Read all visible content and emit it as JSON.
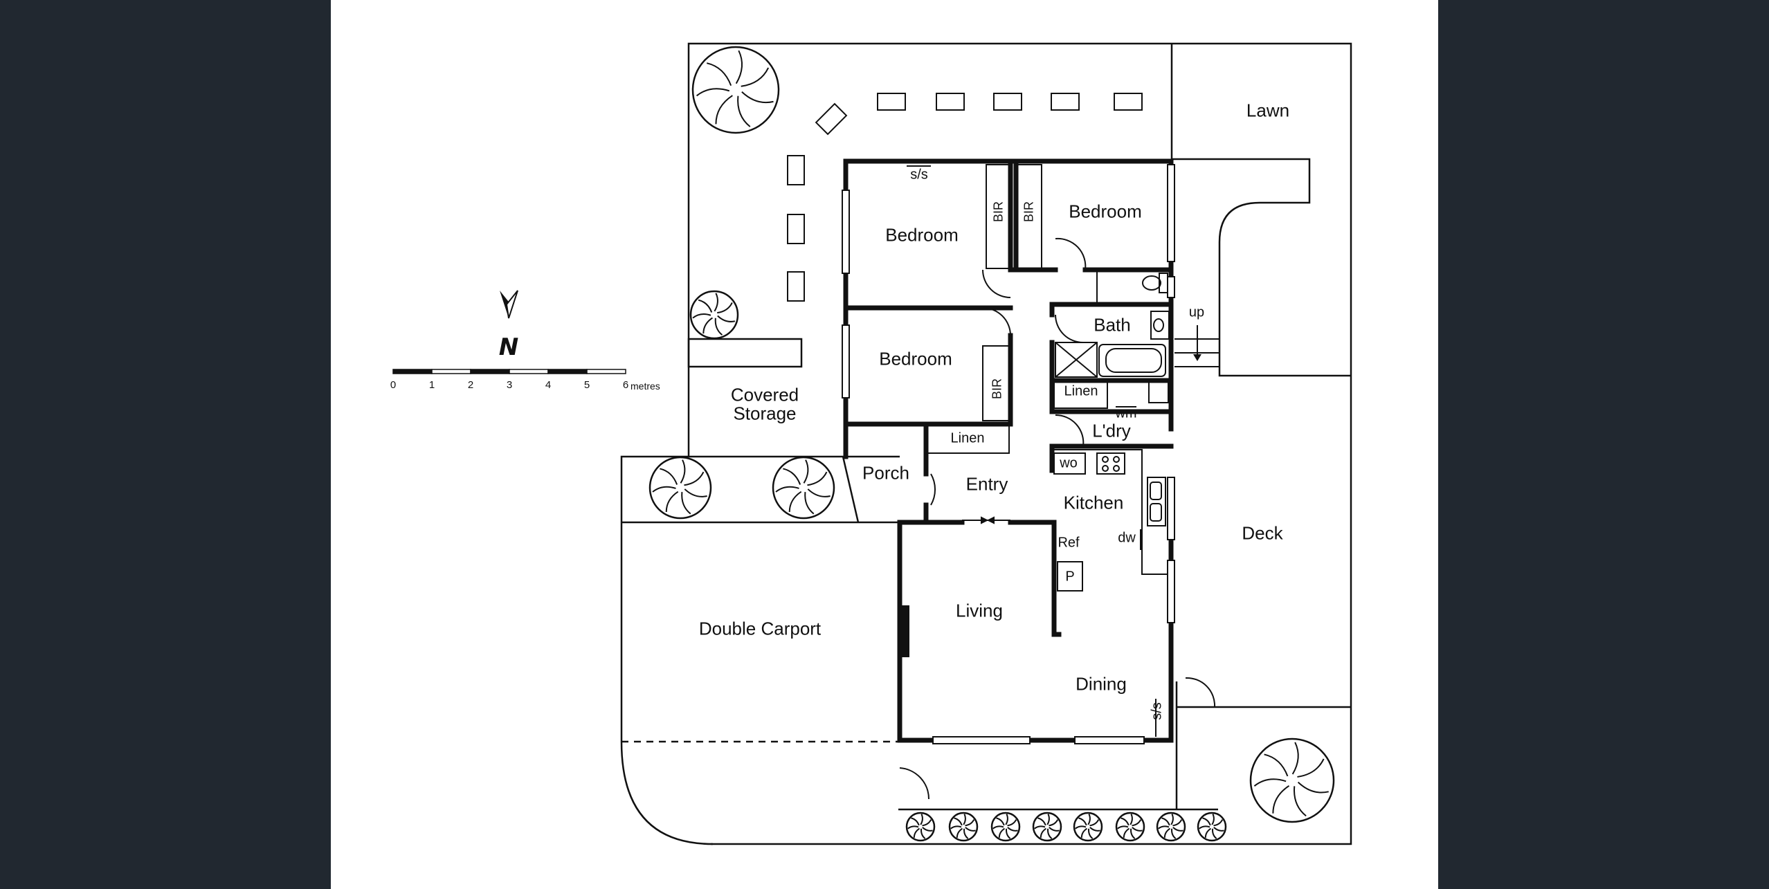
{
  "colors": {
    "sidebar": "#212830",
    "paper": "#ffffff",
    "ink": "#111111"
  },
  "rooms": {
    "lawn": "Lawn",
    "bedroom_1": "Bedroom",
    "bedroom_2": "Bedroom",
    "bedroom_3": "Bedroom",
    "bir_1": "BIR",
    "bir_2": "BIR",
    "bir_3": "BIR",
    "ss_1": "s/s",
    "ss_2": "s/s",
    "bath": "Bath",
    "linen_1": "Linen",
    "linen_2": "Linen",
    "wm": "wm",
    "laundry": "L'dry",
    "wo": "wo",
    "kitchen": "Kitchen",
    "dw": "dw",
    "ref": "Ref",
    "pantry": "P",
    "porch": "Porch",
    "entry": "Entry",
    "living": "Living",
    "dining": "Dining",
    "deck": "Deck",
    "covered_storage": "Covered\nStorage",
    "double_carport": "Double Carport",
    "up": "up"
  },
  "compass": {
    "letter": "N",
    "icon": "north-arrow-icon"
  },
  "scale": {
    "ticks": [
      "0",
      "1",
      "2",
      "3",
      "4",
      "5",
      "6"
    ],
    "units": "metres"
  }
}
